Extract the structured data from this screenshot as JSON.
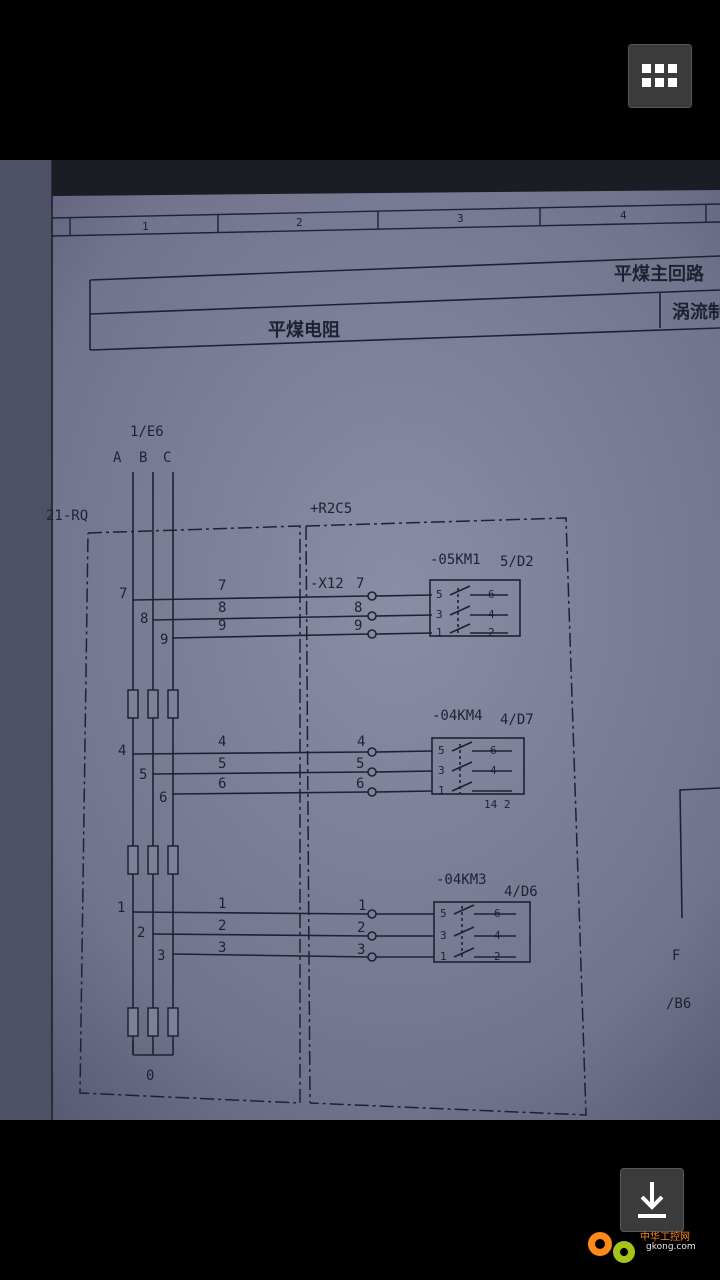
{
  "toolbar": {
    "menu_icon": "grid-icon",
    "download_icon": "download-icon"
  },
  "drawing": {
    "columns": [
      "1",
      "2",
      "3",
      "4"
    ],
    "header_title": "平煤主回路",
    "header_left": "平煤电阻",
    "header_right": "涡流制",
    "bus_ref": "1/E6",
    "phases": [
      "A",
      "B",
      "C"
    ],
    "left_tag": "21-RQ",
    "cabinet": "+R2C5",
    "terminal": "-X12",
    "contactors": [
      {
        "name": "-05KM1",
        "ref": "5/D2",
        "wires": [
          "7",
          "8",
          "9"
        ],
        "pins_left": [
          "5",
          "3",
          "1"
        ],
        "pins_right": [
          "6",
          "4",
          "2"
        ]
      },
      {
        "name": "-04KM4",
        "ref": "4/D7",
        "wires": [
          "4",
          "5",
          "6"
        ],
        "pins_left": [
          "5",
          "3",
          "1"
        ],
        "pins_right": [
          "6",
          "4",
          "14 2"
        ]
      },
      {
        "name": "-04KM3",
        "ref": "4/D6",
        "wires": [
          "1",
          "2",
          "3"
        ],
        "pins_left": [
          "5",
          "3",
          "1"
        ],
        "pins_right": [
          "6",
          "4",
          "2"
        ]
      }
    ],
    "neutral": "0",
    "right_label_f": "F",
    "right_label_b": "/B6"
  },
  "watermark": {
    "title": "中华工控网",
    "url": "gkong.com"
  },
  "colors": {
    "paper": "#7b7d96",
    "ink": "#1e2230",
    "accent": "#ff8a1a"
  }
}
